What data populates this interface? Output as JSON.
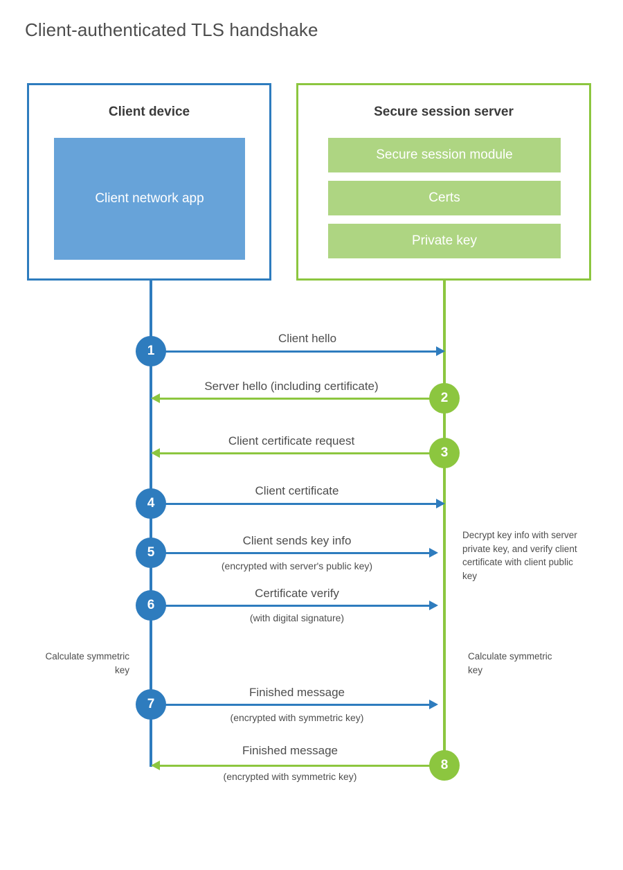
{
  "title": "Client-authenticated TLS handshake",
  "colors": {
    "client_blue": "#2E7CBE",
    "client_app_fill": "#67A3D9",
    "server_green": "#8CC63F",
    "server_module_fill": "#AED582",
    "text": "#4d4d4d"
  },
  "actors": {
    "client": {
      "title": "Client device",
      "app_label": "Client network app"
    },
    "server": {
      "title": "Secure session server",
      "modules": [
        {
          "label": "Secure session module"
        },
        {
          "label": "Certs"
        },
        {
          "label": "Private key"
        }
      ]
    }
  },
  "messages": [
    {
      "number": "1",
      "label": "Client hello",
      "sublabel": "",
      "direction": "client-to-server",
      "color": "blue"
    },
    {
      "number": "2",
      "label": "Server hello (including certificate)",
      "sublabel": "",
      "direction": "server-to-client",
      "color": "green"
    },
    {
      "number": "3",
      "label": "Client certificate request",
      "sublabel": "",
      "direction": "server-to-client",
      "color": "green"
    },
    {
      "number": "4",
      "label": "Client certificate",
      "sublabel": "",
      "direction": "client-to-server",
      "color": "blue"
    },
    {
      "number": "5",
      "label": "Client sends key info",
      "sublabel": "(encrypted with server's public key)",
      "direction": "client-to-server",
      "color": "blue"
    },
    {
      "number": "6",
      "label": "Certificate verify",
      "sublabel": "(with digital signature)",
      "direction": "client-to-server",
      "color": "blue"
    },
    {
      "number": "7",
      "label": "Finished message",
      "sublabel": "(encrypted with symmetric key)",
      "direction": "client-to-server",
      "color": "blue"
    },
    {
      "number": "8",
      "label": "Finished message",
      "sublabel": "(encrypted with symmetric key)",
      "direction": "server-to-client",
      "color": "green"
    }
  ],
  "notes": {
    "server_decrypt": "Decrypt key info with server private key, and verify client certificate with client public key",
    "client_calculate": "Calculate symmetric key",
    "server_calculate": "Calculate symmetric key"
  }
}
